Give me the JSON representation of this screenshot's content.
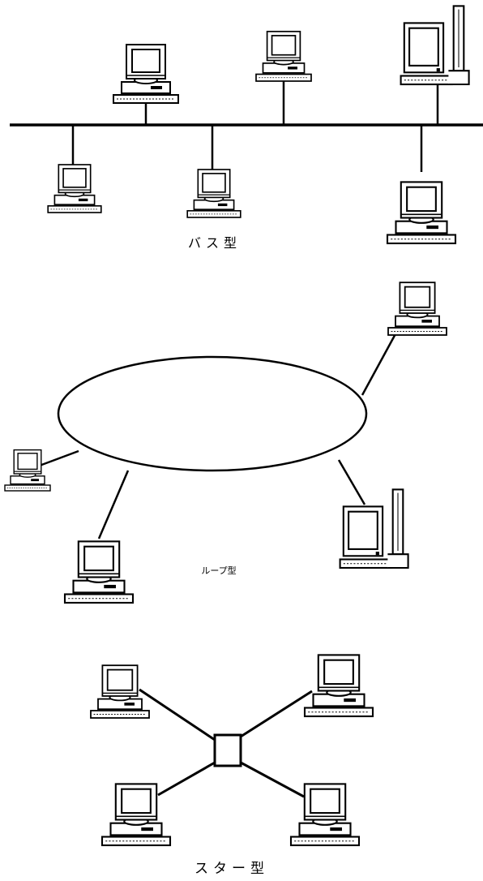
{
  "diagrams": {
    "bus": {
      "caption": "バス型"
    },
    "loop": {
      "caption": "ループ型"
    },
    "star": {
      "caption": "スター型"
    }
  },
  "icons": {
    "monitor_pc": "desktop-computer-icon",
    "tower_pc": "tower-workstation-icon",
    "hub": "hub-box-icon"
  },
  "colors": {
    "line": "#000000",
    "background": "#ffffff"
  }
}
